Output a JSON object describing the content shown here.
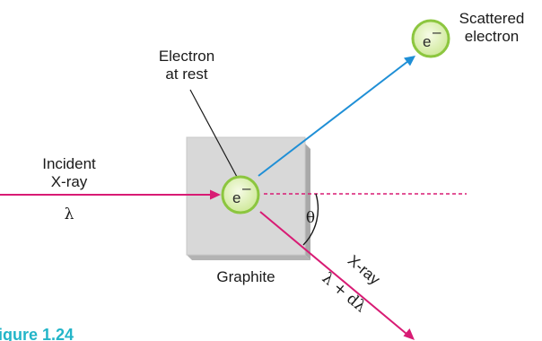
{
  "labels": {
    "scattered_electron_line1": "Scattered",
    "scattered_electron_line2": "electron",
    "electron_at_rest_line1": "Electron",
    "electron_at_rest_line2": "at rest",
    "incident_line1": "Incident",
    "incident_line2": "X-ray",
    "incident_lambda": "λ",
    "theta": "θ",
    "graphite": "Graphite",
    "scattered_xray": "X-ray",
    "scattered_lambda": "λ + dλ",
    "electron_symbol": "e",
    "electron_charge": "–",
    "figure_caption": "igure 1.24"
  },
  "colors": {
    "incident_ray": "#d81b74",
    "scattered_electron_ray": "#1f8fd6",
    "electron_fill": "#d8f0a0",
    "electron_stroke": "#8cc63f",
    "graphite_block": "#d6d6d6",
    "caption": "#23b5c8"
  }
}
